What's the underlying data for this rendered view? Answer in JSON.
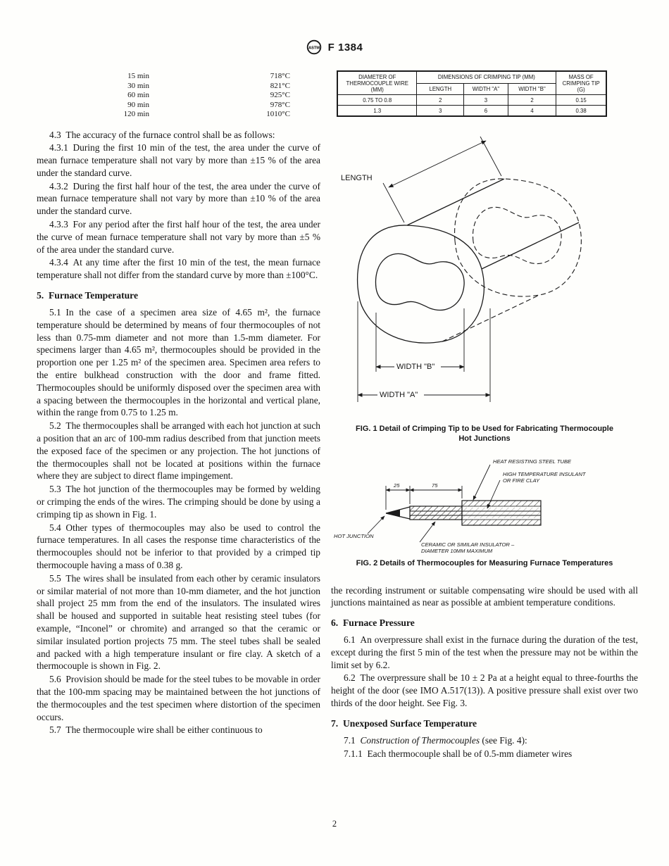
{
  "header": {
    "logo": "ASTM",
    "doc_number": "F 1384"
  },
  "time_table": {
    "rows": [
      [
        "15 min",
        "718°C"
      ],
      [
        "30 min",
        "821°C"
      ],
      [
        "60 min",
        "925°C"
      ],
      [
        "90 min",
        "978°C"
      ],
      [
        "120 min",
        "1010°C"
      ]
    ]
  },
  "crimp_table": {
    "h_diameter": "DIAMETER OF THERMOCOUPLE WIRE (MM)",
    "h_dimensions": "DIMENSIONS OF CRIMPING TIP (MM)",
    "h_length": "LENGTH",
    "h_width_a": "WIDTH \"A\"",
    "h_width_b": "WIDTH \"B\"",
    "h_mass": "MASS OF CRIMPING TIP (G)",
    "rows": [
      [
        "0.75 TO 0.8",
        "2",
        "3",
        "2",
        "0.15"
      ],
      [
        "1.3",
        "3",
        "6",
        "4",
        "0.38"
      ]
    ]
  },
  "left": {
    "p43": "4.3 The accuracy of the furnace control shall be as follows:",
    "p431": "4.3.1 During the first 10 min of the test, the area under the curve of mean furnace temperature shall not vary by more than ±15 % of the area under the standard curve.",
    "p432": "4.3.2 During the first half hour of the test, the area under the curve of mean furnace temperature shall not vary by more than ±10 % of the area under the standard curve.",
    "p433": "4.3.3 For any period after the first half hour of the test, the area under the curve of mean furnace temperature shall not vary by more than ±5 % of the area under the standard curve.",
    "p434": "4.3.4 At any time after the first 10 min of the test, the mean furnace temperature shall not differ from the standard curve by more than ±100°C.",
    "h5": "5. Furnace Temperature",
    "p51": "5.1 In the case of a specimen area size of 4.65 m², the furnace temperature should be determined by means of four thermocouples of not less than 0.75-mm diameter and not more than 1.5-mm diameter. For specimens larger than 4.65 m², thermocouples should be provided in the proportion one per 1.25 m² of the specimen area. Specimen area refers to the entire bulkhead construction with the door and frame fitted. Thermocouples should be uniformly disposed over the specimen area with a spacing between the thermocouples in the horizontal and vertical plane, within the range from 0.75 to 1.25 m.",
    "p52": "5.2 The thermocouples shall be arranged with each hot junction at such a position that an arc of 100-mm radius described from that junction meets the exposed face of the specimen or any projection. The hot junctions of the thermocouples shall not be located at positions within the furnace where they are subject to direct flame impingement.",
    "p53": "5.3 The hot junction of the thermocouples may be formed by welding or crimping the ends of the wires. The crimping should be done by using a crimping tip as shown in Fig. 1.",
    "p54": "5.4 Other types of thermocouples may also be used to control the furnace temperatures. In all cases the response time characteristics of the thermocouples should not be inferior to that provided by a crimped tip thermocouple having a mass of 0.38 g.",
    "p55": "5.5 The wires shall be insulated from each other by ceramic insulators or similar material of not more than 10-mm diameter, and the hot junction shall project 25 mm from the end of the insulators. The insulated wires shall be housed and supported in suitable heat resisting steel tubes (for example, “Inconel” or chromite) and arranged so that the ceramic or similar insulated portion projects 75 mm. The steel tubes shall be sealed and packed with a high temperature insulant or fire clay. A sketch of a thermocouple is shown in Fig. 2.",
    "p56": "5.6 Provision should be made for the steel tubes to be movable in order that the 100-mm spacing may be maintained between the hot junctions of the thermocouples and the test specimen where distortion of the specimen occurs.",
    "p57": "5.7 The thermocouple wire shall be either continuous to"
  },
  "right": {
    "cont": "the recording instrument or suitable compensating wire should be used with all junctions maintained as near as possible at ambient temperature conditions.",
    "h6": "6. Furnace Pressure",
    "p61": "6.1 An overpressure shall exist in the furnace during the duration of the test, except during the first 5 min of the test when the pressure may not be within the limit set by 6.2.",
    "p62": "6.2 The overpressure shall be 10 ± 2 Pa at a height equal to three-fourths the height of the door (see IMO A.517(13)). A positive pressure shall exist over two thirds of the door height. See Fig. 3.",
    "h7": "7. Unexposed Surface Temperature",
    "p71_pre": "7.1 ",
    "p71_italic": "Construction of Thermocouples",
    "p71_post": " (see Fig. 4):",
    "p711": "7.1.1 Each thermocouple shall be of 0.5-mm diameter wires"
  },
  "fig1": {
    "caption": "FIG. 1 Detail of Crimping Tip to be Used for Fabricating Thermocouple Hot Junctions",
    "labels": {
      "length": "LENGTH",
      "width_b": "WIDTH \"B\"",
      "width_a": "WIDTH \"A\""
    }
  },
  "fig2": {
    "caption": "FIG. 2 Details of Thermocouples for Measuring Furnace Temperatures",
    "labels": {
      "steel_tube": "HEAT RESISTING STEEL TUBE",
      "insulant_1": "HIGH TEMPERATURE INSULANT",
      "insulant_2": "OR FIRE CLAY",
      "hot_junction": "HOT JUNCTION",
      "ceramic_1": "CERAMIC OR SIMILAR INSULATOR –",
      "ceramic_2": "DIAMETER 10MM MAXIMUM",
      "dim_25": "25",
      "dim_75": "75"
    }
  },
  "footer": {
    "page_number": "2"
  }
}
